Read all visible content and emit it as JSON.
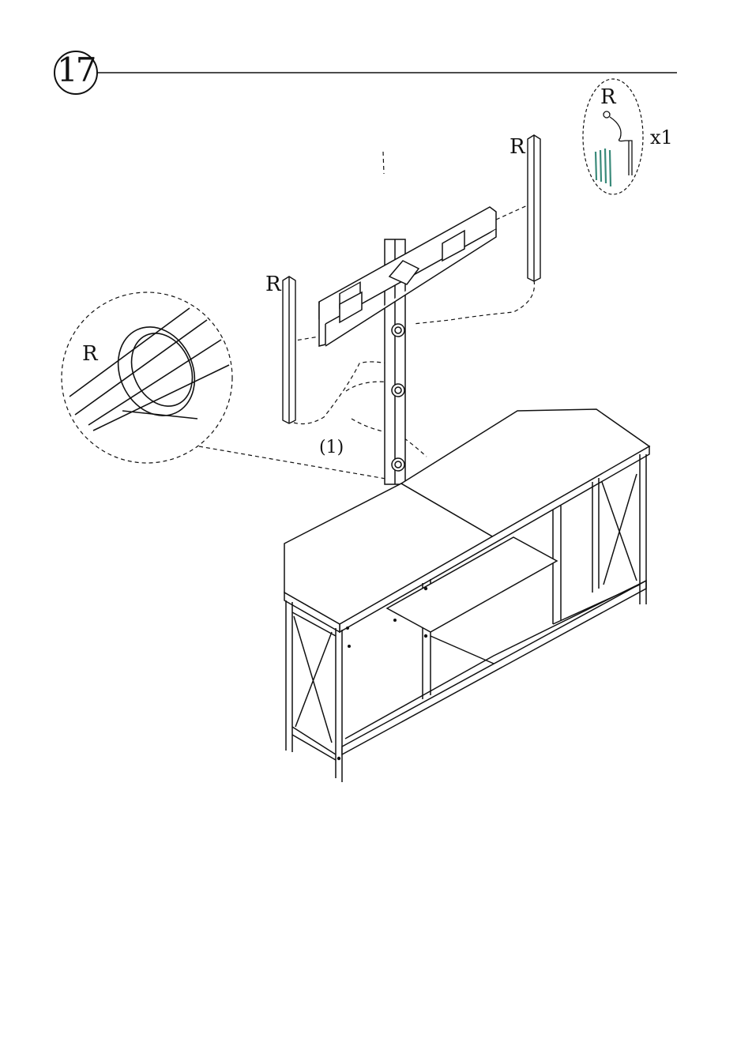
{
  "step": {
    "number": "17"
  },
  "parts": {
    "letter": "R",
    "quantity": "x1"
  },
  "callouts": {
    "step_ref": "(1)"
  }
}
